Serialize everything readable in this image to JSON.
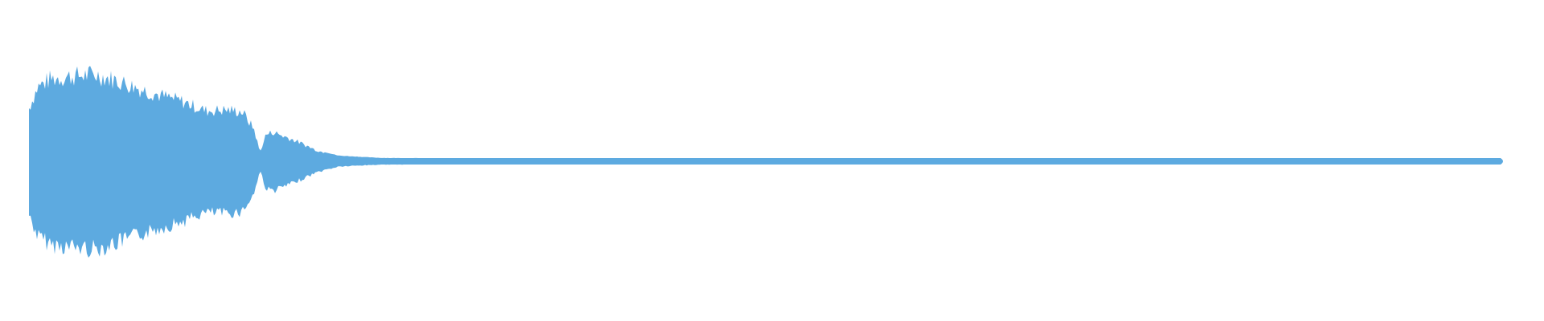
{
  "waveform": {
    "color": "#5DAAE0",
    "background": "#FFFFFF",
    "envelope": [
      {
        "t": 0.0,
        "a": 0.6
      },
      {
        "t": 0.006,
        "a": 0.84
      },
      {
        "t": 0.015,
        "a": 0.93
      },
      {
        "t": 0.03,
        "a": 0.96
      },
      {
        "t": 0.045,
        "a": 0.98
      },
      {
        "t": 0.06,
        "a": 0.91
      },
      {
        "t": 0.075,
        "a": 0.82
      },
      {
        "t": 0.09,
        "a": 0.74
      },
      {
        "t": 0.105,
        "a": 0.67
      },
      {
        "t": 0.12,
        "a": 0.57
      },
      {
        "t": 0.135,
        "a": 0.58
      },
      {
        "t": 0.145,
        "a": 0.56
      },
      {
        "t": 0.153,
        "a": 0.36
      },
      {
        "t": 0.157,
        "a": 0.1
      },
      {
        "t": 0.161,
        "a": 0.3
      },
      {
        "t": 0.166,
        "a": 0.33
      },
      {
        "t": 0.172,
        "a": 0.29
      },
      {
        "t": 0.18,
        "a": 0.24
      },
      {
        "t": 0.188,
        "a": 0.18
      },
      {
        "t": 0.196,
        "a": 0.12
      },
      {
        "t": 0.21,
        "a": 0.06
      },
      {
        "t": 0.24,
        "a": 0.035
      },
      {
        "t": 0.3,
        "a": 0.03
      },
      {
        "t": 0.6,
        "a": 0.03
      },
      {
        "t": 0.9,
        "a": 0.03
      },
      {
        "t": 0.985,
        "a": 0.03
      },
      {
        "t": 1.0,
        "a": 0.03
      }
    ]
  }
}
